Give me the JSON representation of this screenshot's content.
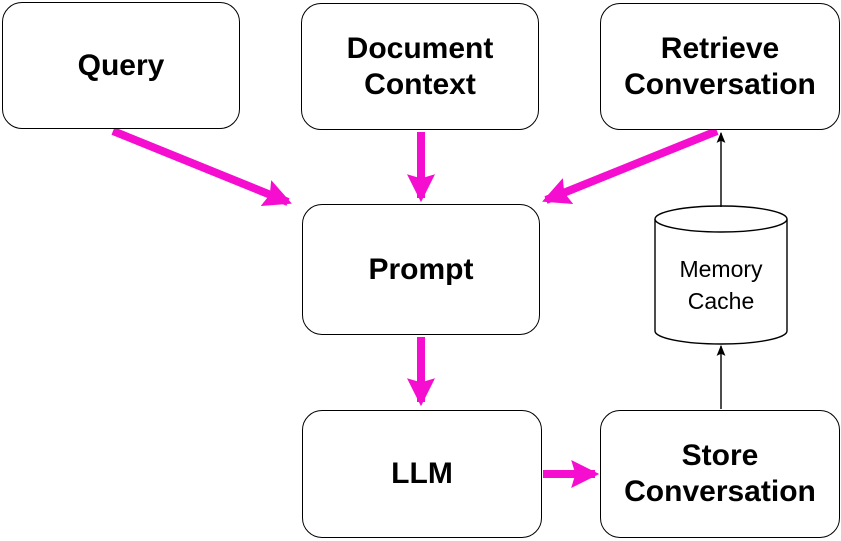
{
  "diagram": {
    "nodes": [
      {
        "id": "query",
        "label": "Query",
        "shape": "rounded-rectangle"
      },
      {
        "id": "document-context",
        "label": "Document Context",
        "shape": "rounded-rectangle"
      },
      {
        "id": "retrieve-conversation",
        "label": "Retrieve Conversation",
        "shape": "rounded-rectangle"
      },
      {
        "id": "prompt",
        "label": "Prompt",
        "shape": "rounded-rectangle"
      },
      {
        "id": "llm",
        "label": "LLM",
        "shape": "rounded-rectangle"
      },
      {
        "id": "store-conversation",
        "label": "Store Conversation",
        "shape": "rounded-rectangle"
      },
      {
        "id": "memory-cache",
        "label": "Memory Cache",
        "shape": "cylinder"
      }
    ],
    "edges": [
      {
        "from": "query",
        "to": "prompt",
        "style": "thick-arrow",
        "color": "#F50DD0"
      },
      {
        "from": "document-context",
        "to": "prompt",
        "style": "thick-arrow",
        "color": "#F50DD0"
      },
      {
        "from": "retrieve-conversation",
        "to": "prompt",
        "style": "thick-arrow",
        "color": "#F50DD0"
      },
      {
        "from": "prompt",
        "to": "llm",
        "style": "thick-arrow",
        "color": "#F50DD0"
      },
      {
        "from": "llm",
        "to": "store-conversation",
        "style": "thick-arrow",
        "color": "#F50DD0"
      },
      {
        "from": "store-conversation",
        "to": "memory-cache",
        "style": "thin-arrow",
        "color": "#000000"
      },
      {
        "from": "memory-cache",
        "to": "retrieve-conversation",
        "style": "thin-arrow",
        "color": "#000000"
      }
    ],
    "colors": {
      "arrow_accent": "#F50DD0",
      "line": "#000000",
      "node_fill": "#FFFFFF",
      "node_border": "#000000",
      "text": "#000000",
      "background": "#FFFFFF"
    }
  }
}
